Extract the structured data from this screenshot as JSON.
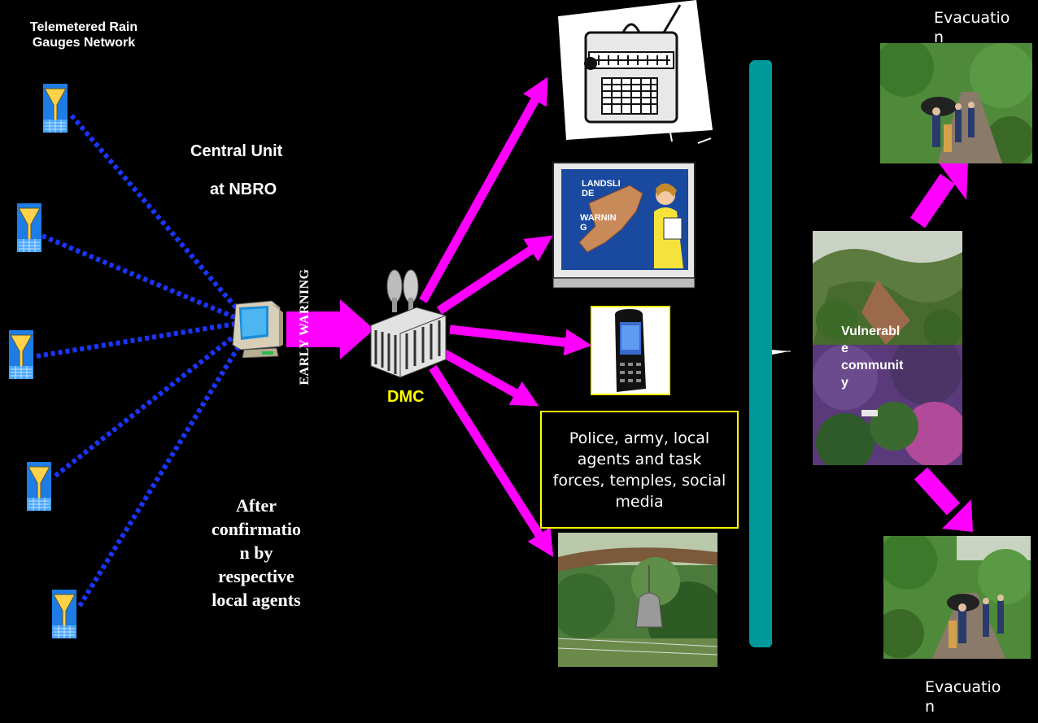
{
  "labels": {
    "rain_gauges": "Telemetered Rain\nGauges Network",
    "central_unit": "Central Unit",
    "at_nbro": "at NBRO",
    "early_warning": "EARLY WARNING",
    "dmc": "DMC",
    "tv_text_1": "LANDSLI\nDE",
    "tv_text_2": "WARNIN\nG",
    "other_channels": "Police, army, local agents and task forces, temples, social media",
    "after_confirmation": "After\nconfirmatio\nn by\nrespective\nlocal agents",
    "vulnerable_community": "Vulnerabl\ne\ncommunit\ny",
    "evacuation_top": "Evacuatio\nn",
    "evacuation_bottom": "Evacuatio\nn"
  },
  "colors": {
    "arrow": "#ff00ff",
    "dotted_link": "#1a35ff",
    "bracket": "#009999",
    "highlight_box": "#ffff00",
    "dmc_label": "#ffff00",
    "background": "#000000"
  },
  "icons": {
    "gauge": "rain-gauge-icon",
    "computer": "computer-icon",
    "building": "dmc-building-icon",
    "radio": "radio-icon",
    "tv": "television-icon",
    "phone": "mobile-phone-icon"
  }
}
